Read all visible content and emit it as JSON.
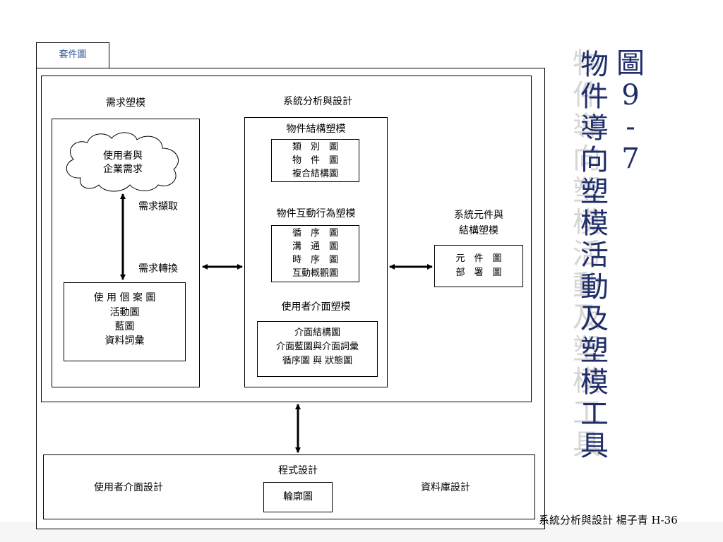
{
  "package": {
    "tab_label": "套件圖"
  },
  "requirements": {
    "title": "需求塑模",
    "cloud_lines": [
      "使用者與",
      "企業需求"
    ],
    "extract_label": "需求擷取",
    "transform_label": "需求轉換",
    "box_lines": [
      "使 用 個 案 圖",
      "活動圖",
      "藍圖",
      "資料詞彙"
    ]
  },
  "analysis": {
    "title": "系統分析與設計",
    "structural": {
      "title": "物件結構塑模",
      "lines": [
        "類　別　圖",
        "物　件　圖",
        "複合結構圖"
      ]
    },
    "behavior": {
      "title": "物件互動行為塑模",
      "lines": [
        "循　序　圖",
        "溝　通　圖",
        "時　序　圖",
        "互動概觀圖"
      ]
    },
    "ui": {
      "title": "使用者介面塑模",
      "lines": [
        "介面結構圖",
        "介面藍圖與介面詞彙",
        "循序圖 與 狀態圖"
      ]
    }
  },
  "components": {
    "title_lines": [
      "系統元件與",
      "結構塑模"
    ],
    "lines": [
      "元　件　圖",
      "部　署　圖"
    ]
  },
  "programming": {
    "title": "程式設計",
    "left_label": "使用者介面設計",
    "center_box": "輪廓圖",
    "right_label": "資料庫設計"
  },
  "slide_title": {
    "right_col": [
      "圖",
      "9",
      "-",
      "7"
    ],
    "left_col": [
      "物",
      "件",
      "導",
      "向",
      "塑",
      "模",
      "活",
      "動",
      "及",
      "塑",
      "模",
      "工",
      "具"
    ]
  },
  "footer": "系統分析與設計 楊子青 H-36",
  "colors": {
    "title_color": "#1f2d6b",
    "tab_text_color": "#3a5a9b",
    "shadow": "#d6d6d6"
  }
}
